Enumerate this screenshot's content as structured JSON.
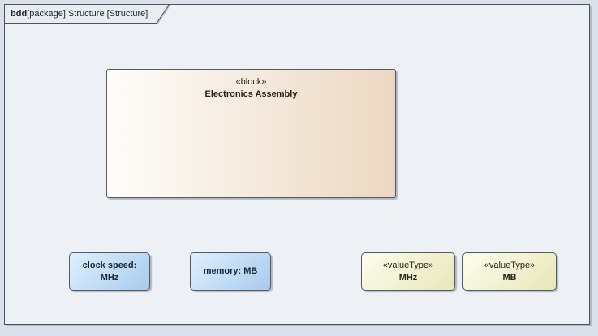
{
  "frame": {
    "label_keyword": "bdd",
    "label_text": "[package] Structure [Structure]"
  },
  "block": {
    "stereotype": "«block»",
    "name": "Electronics Assembly"
  },
  "properties": [
    {
      "lines": [
        "clock speed:",
        "MHz"
      ]
    },
    {
      "lines": [
        "memory: MB"
      ]
    }
  ],
  "value_types": [
    {
      "stereotype": "«valueType»",
      "name": "MHz"
    },
    {
      "stereotype": "«valueType»",
      "name": "MB"
    }
  ],
  "colors": {
    "canvas_bg": "#dbe1ea",
    "frame_bg": "#edf0f5",
    "frame_border": "#4a545c",
    "frame_text": "#21262e",
    "tab_bg": "#e9ecf0",
    "block_gradient_start": "#fefdfa",
    "block_gradient_end": "#ecd8c2",
    "block_text": "#26211a",
    "property_gradient_start": "#def0fe",
    "property_gradient_end": "#a9cbed",
    "property_text": "#182737",
    "valuetype_gradient_start": "#fdfdee",
    "valuetype_gradient_end": "#e7e7b9",
    "valuetype_text": "#24241a",
    "node_border": "#565b63",
    "shadow": "#b2b8c2"
  }
}
